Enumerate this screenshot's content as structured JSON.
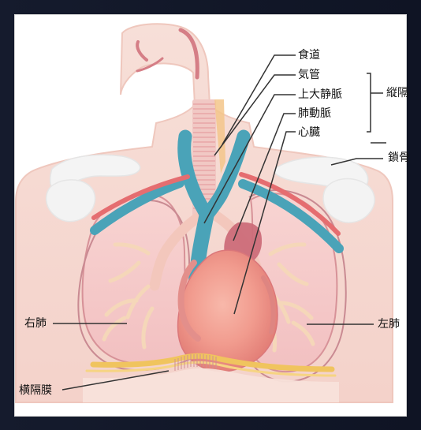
{
  "labels": {
    "esophagus": "食道",
    "trachea": "気管",
    "superior_vena_cava": "上大静脈",
    "pulmonary_artery": "肺動脈",
    "heart": "心臓",
    "mediastinum": "縦隔",
    "clavicle": "鎖骨",
    "right_lung": "右肺",
    "left_lung": "左肺",
    "diaphragm": "横隔膜"
  },
  "colors": {
    "skin": "#f7dfd8",
    "lung": "#f6c9c8",
    "lung_edge": "#ce8d96",
    "trachea": "#f3c8c6",
    "vein": "#4aa3b8",
    "artery": "#e36e73",
    "heart": "#f19b8e",
    "heart_shadow": "#d56a6f",
    "bone": "#f2f2f2",
    "diaphragm": "#f2c65f",
    "line": "#333333"
  },
  "icons": {
    "diagram": "anatomical-chest-diagram"
  }
}
